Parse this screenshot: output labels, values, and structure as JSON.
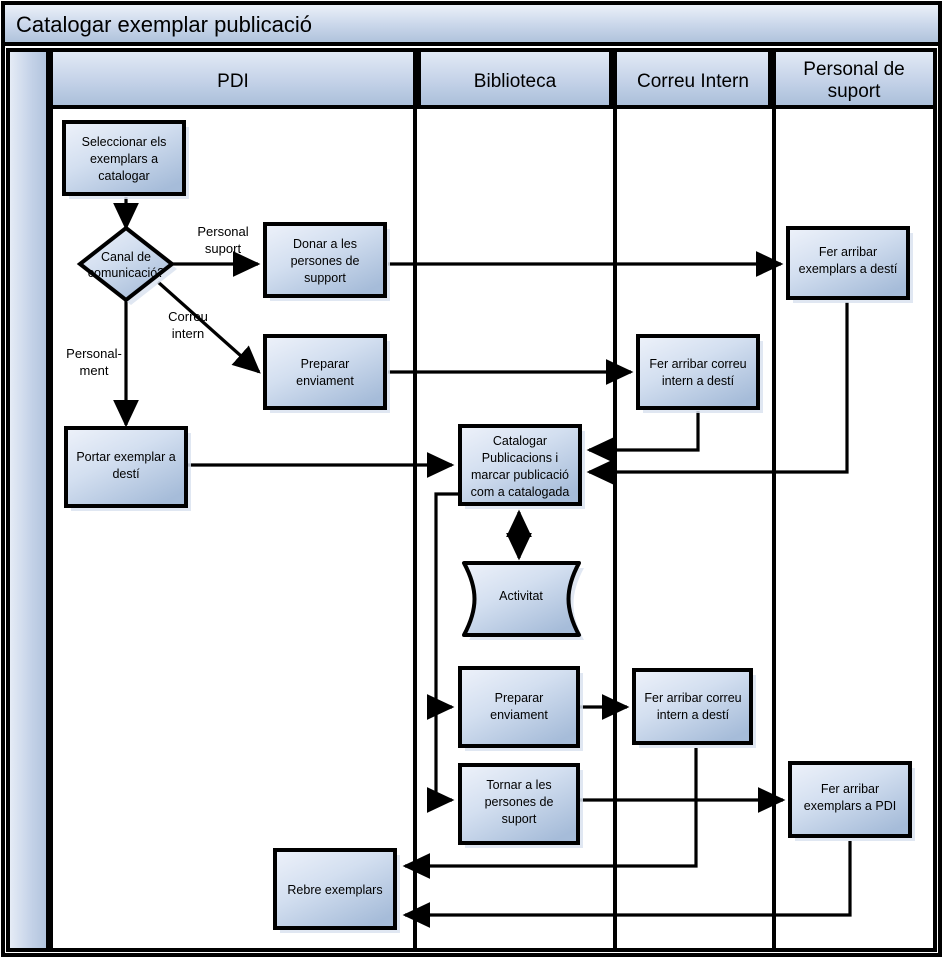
{
  "pool": {
    "title": "Catalogar exemplar publicació"
  },
  "lanes": [
    {
      "id": "pdi",
      "label": "PDI"
    },
    {
      "id": "biblioteca",
      "label": "Biblioteca"
    },
    {
      "id": "correu-intern",
      "label": "Correu Intern"
    },
    {
      "id": "personal-de-suport",
      "label": "Personal de suport",
      "lines": [
        "Personal de",
        "suport"
      ]
    }
  ],
  "nodes": [
    {
      "id": "seleccionar-exemplars",
      "lane": "pdi",
      "shape": "process",
      "lines": [
        "Seleccionar els",
        "exemplars a",
        "catalogar"
      ]
    },
    {
      "id": "canal-de-comunicacio",
      "lane": "pdi",
      "shape": "decision",
      "lines": [
        "Canal de",
        "comunicació?"
      ]
    },
    {
      "id": "donar-a-les-persones-de-support",
      "lane": "pdi",
      "shape": "process",
      "lines": [
        "Donar a les",
        "persones de",
        "support"
      ]
    },
    {
      "id": "preparar-enviament-pdi",
      "lane": "pdi",
      "shape": "process",
      "lines": [
        "Preparar",
        "enviament"
      ]
    },
    {
      "id": "portar-exemplar-a-desti",
      "lane": "pdi",
      "shape": "process",
      "lines": [
        "Portar exemplar a",
        "destí"
      ]
    },
    {
      "id": "rebre-exemplars",
      "lane": "pdi",
      "shape": "process",
      "lines": [
        "Rebre exemplars"
      ]
    },
    {
      "id": "catalogar-publicacions",
      "lane": "biblioteca",
      "shape": "process",
      "lines": [
        "Catalogar",
        "Publicacions i",
        "marcar publicació",
        "com a catalogada"
      ]
    },
    {
      "id": "activitat",
      "lane": "biblioteca",
      "shape": "datastore",
      "lines": [
        "Activitat"
      ]
    },
    {
      "id": "preparar-enviament-biblioteca",
      "lane": "biblioteca",
      "shape": "process",
      "lines": [
        "Preparar",
        "enviament"
      ]
    },
    {
      "id": "tornar-a-les-persones-de-suport",
      "lane": "biblioteca",
      "shape": "process",
      "lines": [
        "Tornar a les",
        "persones de",
        "suport"
      ]
    },
    {
      "id": "fer-arribar-correu-intern-a-desti-top",
      "lane": "correu-intern",
      "shape": "process",
      "lines": [
        "Fer arribar correu",
        "intern a destí"
      ]
    },
    {
      "id": "fer-arribar-correu-intern-a-desti-bottom",
      "lane": "correu-intern",
      "shape": "process",
      "lines": [
        "Fer arribar correu",
        "intern a destí"
      ]
    },
    {
      "id": "fer-arribar-exemplars-a-desti",
      "lane": "personal-de-suport",
      "shape": "process",
      "lines": [
        "Fer arribar",
        "exemplars a destí"
      ]
    },
    {
      "id": "fer-arribar-exemplars-a-pdi",
      "lane": "personal-de-suport",
      "shape": "process",
      "lines": [
        "Fer arribar",
        "exemplars a PDI"
      ]
    }
  ],
  "edge_labels": [
    {
      "id": "personal-suport",
      "lines": [
        "Personal",
        "suport"
      ]
    },
    {
      "id": "correu-intern",
      "lines": [
        "Correu",
        "intern"
      ]
    },
    {
      "id": "personalment",
      "lines": [
        "Personal-",
        "ment"
      ]
    }
  ],
  "colors": {
    "node_fill_light": "#e9eff8",
    "node_fill_dark": "#a6bcd9",
    "header_fill_light": "#dde6f3",
    "header_fill_dark": "#a8bdd8",
    "stroke": "#000000",
    "shadow": "#dbe3f0",
    "background": "#ffffff"
  }
}
